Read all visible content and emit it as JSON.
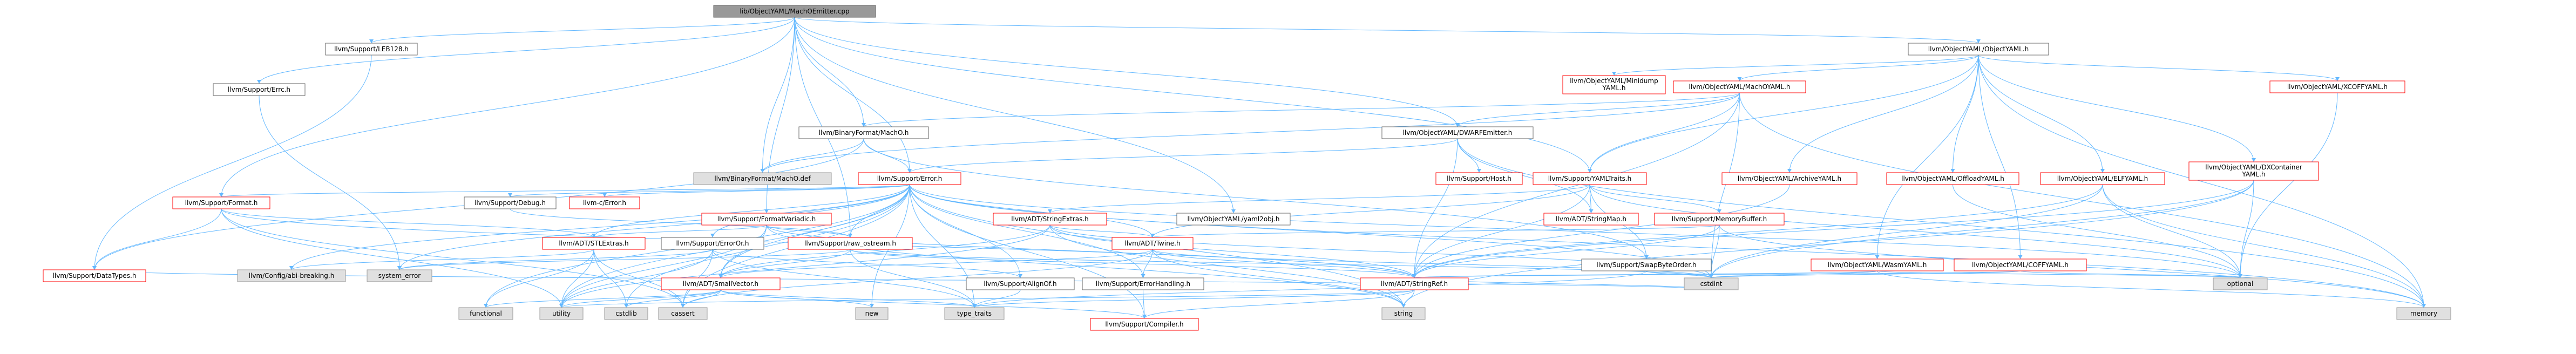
{
  "diagram": {
    "kind": "include-dependency-graph",
    "colors": {
      "edge": "#63b8ff",
      "root_fill": "#999999",
      "root_stroke": "#666666",
      "normal_fill": "#ffffff",
      "normal_stroke": "#666666",
      "truncated_stroke": "#ff0000",
      "system_fill": "#e0e0e0",
      "system_stroke": "#999999"
    },
    "nodes": [
      {
        "id": "root",
        "label": "lib/ObjectYAML/MachOEmitter.cpp",
        "style": "root"
      },
      {
        "id": "leb128",
        "label": "llvm/Support/LEB128.h",
        "style": "normal"
      },
      {
        "id": "objectyaml",
        "label": "llvm/ObjectYAML/ObjectYAML.h",
        "style": "normal"
      },
      {
        "id": "errc",
        "label": "llvm/Support/Errc.h",
        "style": "normal"
      },
      {
        "id": "minidump",
        "label": "llvm/ObjectYAML/Minidump\nYAML.h",
        "style": "truncated"
      },
      {
        "id": "machoyaml",
        "label": "llvm/ObjectYAML/MachOYAML.h",
        "style": "truncated"
      },
      {
        "id": "xcoff",
        "label": "llvm/ObjectYAML/XCOFFYAML.h",
        "style": "truncated"
      },
      {
        "id": "machoh",
        "label": "llvm/BinaryFormat/MachO.h",
        "style": "normal"
      },
      {
        "id": "dwarfemitter",
        "label": "llvm/ObjectYAML/DWARFEmitter.h",
        "style": "normal"
      },
      {
        "id": "archive",
        "label": "llvm/ObjectYAML/ArchiveYAML.h",
        "style": "truncated"
      },
      {
        "id": "offload",
        "label": "llvm/ObjectYAML/OffloadYAML.h",
        "style": "truncated"
      },
      {
        "id": "elfyaml",
        "label": "llvm/ObjectYAML/ELFYAML.h",
        "style": "truncated"
      },
      {
        "id": "dxcontainer",
        "label": "llvm/ObjectYAML/DXContainer\nYAML.h",
        "style": "truncated"
      },
      {
        "id": "machodef",
        "label": "llvm/BinaryFormat/MachO.def",
        "style": "system"
      },
      {
        "id": "error",
        "label": "llvm/Support/Error.h",
        "style": "truncated"
      },
      {
        "id": "host",
        "label": "llvm/Support/Host.h",
        "style": "truncated"
      },
      {
        "id": "yamltraits",
        "label": "llvm/Support/YAMLTraits.h",
        "style": "truncated"
      },
      {
        "id": "format",
        "label": "llvm/Support/Format.h",
        "style": "truncated"
      },
      {
        "id": "debug",
        "label": "llvm/Support/Debug.h",
        "style": "normal"
      },
      {
        "id": "cerror",
        "label": "llvm-c/Error.h",
        "style": "truncated"
      },
      {
        "id": "formatvariadic",
        "label": "llvm/Support/FormatVariadic.h",
        "style": "truncated"
      },
      {
        "id": "stringextras",
        "label": "llvm/ADT/StringExtras.h",
        "style": "truncated"
      },
      {
        "id": "yamldata",
        "label": "llvm/ObjectYAML/yaml2obj.h",
        "style": "normal"
      },
      {
        "id": "stringmap",
        "label": "llvm/ADT/StringMap.h",
        "style": "truncated"
      },
      {
        "id": "memorybuffer",
        "label": "llvm/Support/MemoryBuffer.h",
        "style": "truncated"
      },
      {
        "id": "stlextras",
        "label": "llvm/ADT/STLExtras.h",
        "style": "truncated"
      },
      {
        "id": "erroror",
        "label": "llvm/Support/ErrorOr.h",
        "style": "normal"
      },
      {
        "id": "rawostream",
        "label": "llvm/Support/raw_ostream.h",
        "style": "truncated"
      },
      {
        "id": "twine",
        "label": "llvm/ADT/Twine.h",
        "style": "truncated"
      },
      {
        "id": "swapbyteorder",
        "label": "llvm/Support/SwapByteOrder.h",
        "style": "normal"
      },
      {
        "id": "wasmyaml",
        "label": "llvm/ObjectYAML/WasmYAML.h",
        "style": "truncated"
      },
      {
        "id": "coffyaml",
        "label": "llvm/ObjectYAML/COFFYAML.h",
        "style": "truncated"
      },
      {
        "id": "datatypes",
        "label": "llvm/Support/DataTypes.h",
        "style": "truncated"
      },
      {
        "id": "abibreaking",
        "label": "llvm/Config/abi-breaking.h",
        "style": "system"
      },
      {
        "id": "systemerror",
        "label": "system_error",
        "style": "system"
      },
      {
        "id": "smallvector",
        "label": "llvm/ADT/SmallVector.h",
        "style": "truncated"
      },
      {
        "id": "alignof",
        "label": "llvm/Support/AlignOf.h",
        "style": "normal"
      },
      {
        "id": "errorhandling",
        "label": "llvm/Support/ErrorHandling.h",
        "style": "normal"
      },
      {
        "id": "stringref",
        "label": "llvm/ADT/StringRef.h",
        "style": "truncated"
      },
      {
        "id": "cstdint",
        "label": "cstdint",
        "style": "system"
      },
      {
        "id": "optional",
        "label": "optional",
        "style": "system"
      },
      {
        "id": "functional",
        "label": "functional",
        "style": "system"
      },
      {
        "id": "utility",
        "label": "utility",
        "style": "system"
      },
      {
        "id": "cstdlib",
        "label": "cstdlib",
        "style": "system"
      },
      {
        "id": "cassert",
        "label": "cassert",
        "style": "system"
      },
      {
        "id": "new",
        "label": "new",
        "style": "system"
      },
      {
        "id": "typetraits",
        "label": "type_traits",
        "style": "system"
      },
      {
        "id": "compiler",
        "label": "llvm/Support/Compiler.h",
        "style": "truncated"
      },
      {
        "id": "string",
        "label": "string",
        "style": "system"
      },
      {
        "id": "memory",
        "label": "memory",
        "style": "system"
      }
    ],
    "edges": [
      [
        "root",
        "leb128"
      ],
      [
        "root",
        "objectyaml"
      ],
      [
        "root",
        "errc"
      ],
      [
        "root",
        "machoh"
      ],
      [
        "root",
        "dwarfemitter"
      ],
      [
        "root",
        "machodef"
      ],
      [
        "root",
        "error"
      ],
      [
        "root",
        "format"
      ],
      [
        "root",
        "formatvariadic"
      ],
      [
        "root",
        "yamldata"
      ],
      [
        "root",
        "yamltraits"
      ],
      [
        "root",
        "rawostream"
      ],
      [
        "objectyaml",
        "minidump"
      ],
      [
        "objectyaml",
        "machoyaml"
      ],
      [
        "objectyaml",
        "xcoff"
      ],
      [
        "objectyaml",
        "archive"
      ],
      [
        "objectyaml",
        "offload"
      ],
      [
        "objectyaml",
        "elfyaml"
      ],
      [
        "objectyaml",
        "dxcontainer"
      ],
      [
        "objectyaml",
        "wasmyaml"
      ],
      [
        "objectyaml",
        "coffyaml"
      ],
      [
        "objectyaml",
        "yamltraits"
      ],
      [
        "objectyaml",
        "memory"
      ],
      [
        "machoyaml",
        "machoh"
      ],
      [
        "machoyaml",
        "machodef"
      ],
      [
        "machoyaml",
        "yamltraits"
      ],
      [
        "machoyaml",
        "dwarfemitter"
      ],
      [
        "machoyaml",
        "stringref"
      ],
      [
        "machoyaml",
        "cstdint"
      ],
      [
        "machoyaml",
        "memory"
      ],
      [
        "machoh",
        "machodef"
      ],
      [
        "machoh",
        "error"
      ],
      [
        "machoh",
        "swapbyteorder"
      ],
      [
        "machoh",
        "datatypes"
      ],
      [
        "dwarfemitter",
        "error"
      ],
      [
        "dwarfemitter",
        "host"
      ],
      [
        "dwarfemitter",
        "stringref"
      ],
      [
        "dwarfemitter",
        "memory"
      ],
      [
        "dwarfemitter",
        "stringmap"
      ],
      [
        "error",
        "cerror"
      ],
      [
        "error",
        "debug"
      ],
      [
        "error",
        "stlextras"
      ],
      [
        "error",
        "smallvector"
      ],
      [
        "error",
        "abibreaking"
      ],
      [
        "error",
        "alignof"
      ],
      [
        "error",
        "compiler"
      ],
      [
        "error",
        "errorhandling"
      ],
      [
        "error",
        "erroror"
      ],
      [
        "error",
        "format"
      ],
      [
        "error",
        "rawostream"
      ],
      [
        "error",
        "twine"
      ],
      [
        "error",
        "cassert"
      ],
      [
        "error",
        "cstdint"
      ],
      [
        "error",
        "cstdlib"
      ],
      [
        "error",
        "functional"
      ],
      [
        "error",
        "memory"
      ],
      [
        "error",
        "new"
      ],
      [
        "error",
        "optional"
      ],
      [
        "error",
        "string"
      ],
      [
        "error",
        "systemerror"
      ],
      [
        "error",
        "typetraits"
      ],
      [
        "error",
        "utility"
      ],
      [
        "yamltraits",
        "stringextras"
      ],
      [
        "yamltraits",
        "stringmap"
      ],
      [
        "yamltraits",
        "memorybuffer"
      ],
      [
        "yamltraits",
        "twine"
      ],
      [
        "yamltraits",
        "stringref"
      ],
      [
        "yamltraits",
        "swapbyteorder"
      ],
      [
        "yamltraits",
        "optional"
      ],
      [
        "yamltraits",
        "map"
      ],
      [
        "stringextras",
        "stringref"
      ],
      [
        "stringextras",
        "twine"
      ],
      [
        "stringextras",
        "smallvector"
      ],
      [
        "stringextras",
        "cstdint"
      ],
      [
        "stringextras",
        "string"
      ],
      [
        "stringextras",
        "utility"
      ],
      [
        "twine",
        "smallvector"
      ],
      [
        "twine",
        "stringref"
      ],
      [
        "twine",
        "errorhandling"
      ],
      [
        "twine",
        "cassert"
      ],
      [
        "twine",
        "cstdint"
      ],
      [
        "twine",
        "string"
      ],
      [
        "stringref",
        "compiler"
      ],
      [
        "stringref",
        "cstdint"
      ],
      [
        "stringref",
        "string"
      ],
      [
        "stringref",
        "typetraits"
      ],
      [
        "stringref",
        "utility"
      ],
      [
        "smallvector",
        "compiler"
      ],
      [
        "smallvector",
        "cassert"
      ],
      [
        "smallvector",
        "cstdlib"
      ],
      [
        "smallvector",
        "functional"
      ],
      [
        "smallvector",
        "new"
      ],
      [
        "smallvector",
        "typetraits"
      ],
      [
        "smallvector",
        "utility"
      ],
      [
        "erroror",
        "alignof"
      ],
      [
        "erroror",
        "cassert"
      ],
      [
        "erroror",
        "systemerror"
      ],
      [
        "erroror",
        "typetraits"
      ],
      [
        "erroror",
        "utility"
      ],
      [
        "errorhandling",
        "compiler"
      ],
      [
        "alignof",
        "typetraits"
      ],
      [
        "rawostream",
        "smallvector"
      ],
      [
        "rawostream",
        "stringref"
      ],
      [
        "rawostream",
        "cstdint"
      ],
      [
        "rawostream",
        "systemerror"
      ],
      [
        "rawostream",
        "typetraits"
      ],
      [
        "format",
        "datatypes"
      ],
      [
        "format",
        "stlextras"
      ],
      [
        "format",
        "stringref"
      ],
      [
        "format",
        "cassert"
      ],
      [
        "format",
        "utility"
      ],
      [
        "formatvariadic",
        "stlextras"
      ],
      [
        "formatvariadic",
        "smallvector"
      ],
      [
        "formatvariadic",
        "stringref"
      ],
      [
        "formatvariadic",
        "rawostream"
      ],
      [
        "formatvariadic",
        "string"
      ],
      [
        "formatvariadic",
        "utility"
      ],
      [
        "formatvariadic",
        "cstddef"
      ],
      [
        "stlextras",
        "abibreaking"
      ],
      [
        "stlextras",
        "cassert"
      ],
      [
        "stlextras",
        "cstdlib"
      ],
      [
        "stlextras",
        "functional"
      ],
      [
        "stlextras",
        "utility"
      ],
      [
        "memorybuffer",
        "twine"
      ],
      [
        "memorybuffer",
        "stringref"
      ],
      [
        "memorybuffer",
        "cstdint"
      ],
      [
        "memorybuffer",
        "memory"
      ],
      [
        "swapbyteorder",
        "cstdint"
      ],
      [
        "swapbyteorder",
        "typetraits"
      ],
      [
        "wasmyaml",
        "stringref"
      ],
      [
        "wasmyaml",
        "cstdint"
      ],
      [
        "wasmyaml",
        "memory"
      ],
      [
        "wasmyaml",
        "optional"
      ],
      [
        "coffyaml",
        "stringref"
      ],
      [
        "coffyaml",
        "cstdint"
      ],
      [
        "coffyaml",
        "optional"
      ],
      [
        "elfyaml",
        "stringref"
      ],
      [
        "elfyaml",
        "cstdint"
      ],
      [
        "elfyaml",
        "memory"
      ],
      [
        "elfyaml",
        "optional"
      ],
      [
        "dxcontainer",
        "stringref"
      ],
      [
        "dxcontainer",
        "cstdint"
      ],
      [
        "dxcontainer",
        "optional"
      ],
      [
        "dxcontainer",
        "string"
      ],
      [
        "xcoff",
        "optional"
      ],
      [
        "archive",
        "stringref"
      ],
      [
        "offload",
        "optional"
      ],
      [
        "errc",
        "systemerror"
      ],
      [
        "leb128",
        "datatypes"
      ],
      [
        "debug",
        "rawostream"
      ],
      [
        "datatypes",
        "cstdint"
      ]
    ]
  }
}
